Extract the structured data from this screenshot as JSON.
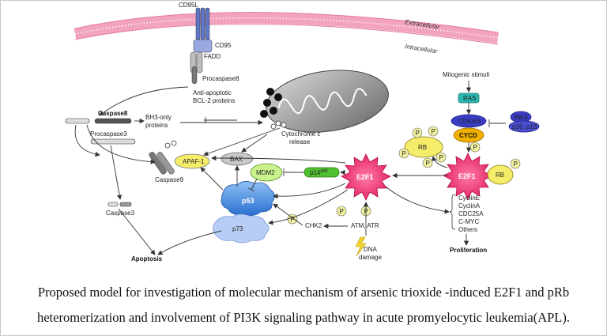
{
  "diagram": {
    "membrane": {
      "extracellular": "Extracellular",
      "intracellular": "Intracellular"
    },
    "labels": {
      "cd95l": "CD95L",
      "cd95": "CD95",
      "fadd": "FADD",
      "procaspase8": "Procaspase8",
      "anti_apoptotic_1": "Anti-apoptotic",
      "anti_apoptotic_2": "BCL-2 proteins",
      "caspase8": "Caspase8",
      "bh3_1": "BH3-only",
      "bh3_2": "proteins",
      "procaspase3": "Procaspase3",
      "caspase3": "Caspase3",
      "apoptosis": "Apoptosis",
      "cytochrome_1": "Cytochrome c",
      "cytochrome_2": "release",
      "apaf1": "APAF-1",
      "bax": "BAX",
      "caspase9": "Caspase9",
      "mdm2": "MDM2",
      "p14arf": "p14",
      "p14arf_sup": "ARF",
      "p53": "p53",
      "p73": "p73",
      "chk2": "CHK2",
      "atm_atr": "ATM, ATR",
      "dna_1": "DNA",
      "dna_2": "damage",
      "e2f1_center": "E2F1",
      "e2f1_right": "E2F1",
      "rb_left": "RB",
      "rb_right": "RB",
      "mitogenic": "Mitogenic stimuli",
      "ras": "RAS",
      "cdk": "CDK4/6",
      "ink4_1": "INK4",
      "ink4_2": "p16, p18",
      "cycd": "CYCD",
      "phospho": "P",
      "targets": [
        "CyclinE",
        "CyclinA",
        "CDC25A",
        "C-MYC",
        "Others"
      ],
      "proliferation": "Proliferation"
    }
  },
  "caption": {
    "line1": "Proposed model for investigation of molecular mechanism of arsenic trioxide -induced E2F1 and pRb",
    "line2": "heteromerization and involvement of  PI3K signaling pathway in acute promyelocytic leukemia(APL)."
  },
  "colors": {
    "membrane": "#f2a3c0",
    "star": "#ee2b6e",
    "rb": "#f5ec6a",
    "p53": "#3b8be0",
    "p73": "#b7cdf5",
    "green": "#4fc02f",
    "cdk": "#3a3ec7",
    "cycd": "#f0b000",
    "ras": "#2bb8b0"
  }
}
